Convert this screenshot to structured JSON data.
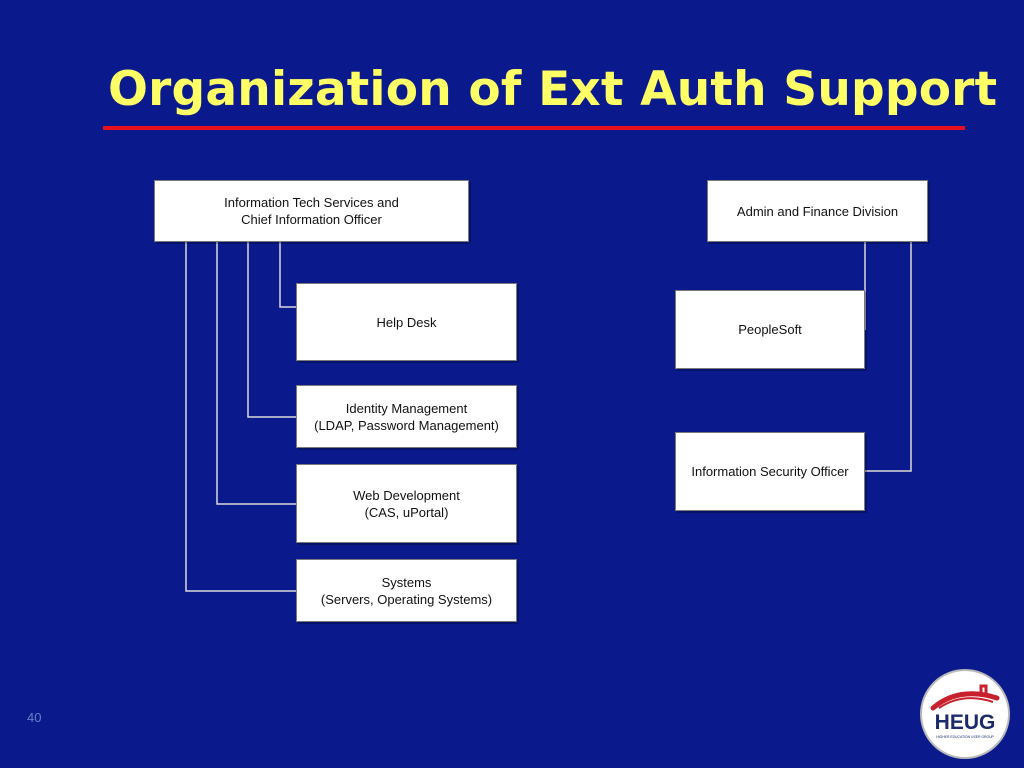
{
  "slide": {
    "title": "Organization of Ext Auth Support",
    "number": "40"
  },
  "org_chart": {
    "left_group": {
      "head": {
        "line1": "Information Tech Services and",
        "line2": "Chief Information Officer"
      },
      "units": [
        {
          "line1": "Help Desk",
          "line2": ""
        },
        {
          "line1": "Identity Management",
          "line2": "(LDAP, Password Management)"
        },
        {
          "line1": "Web Development",
          "line2": "(CAS, uPortal)"
        },
        {
          "line1": "Systems",
          "line2": "(Servers, Operating Systems)"
        }
      ]
    },
    "right_group": {
      "head": {
        "line1": "Admin and Finance Division"
      },
      "units": [
        {
          "line1": "PeopleSoft"
        },
        {
          "line1": "Information Security Officer"
        }
      ]
    }
  },
  "logo": {
    "text": "HEUG",
    "tagline": "HIGHER EDUCATION USER GROUP",
    "icon": "house-roof-logo-icon"
  },
  "colors": {
    "background": "#0a1a8c",
    "title": "#ffff66",
    "rule": "#e8101e",
    "connector": "#d9d9d9",
    "logo_red": "#c8202c",
    "logo_navy": "#1b2a6b"
  }
}
